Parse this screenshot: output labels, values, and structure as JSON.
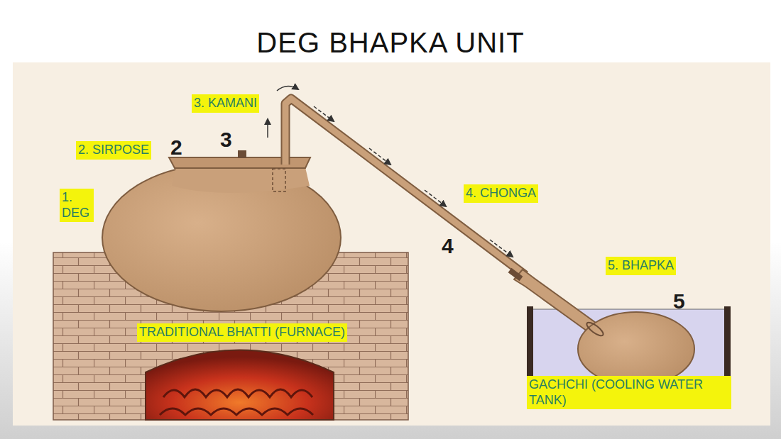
{
  "diagram": {
    "title": "DEG BHAPKA UNIT",
    "labels": [
      "3. KAMANI",
      "2. SIRPOSE",
      "1. DEG",
      "4. CHONGA",
      "5. BHAPKA",
      "TRADITIONAL BHATTI (FURNACE)",
      "GACHCHI (COOLING WATER TANK)",
      "2",
      "3",
      "4",
      "5"
    ]
  }
}
